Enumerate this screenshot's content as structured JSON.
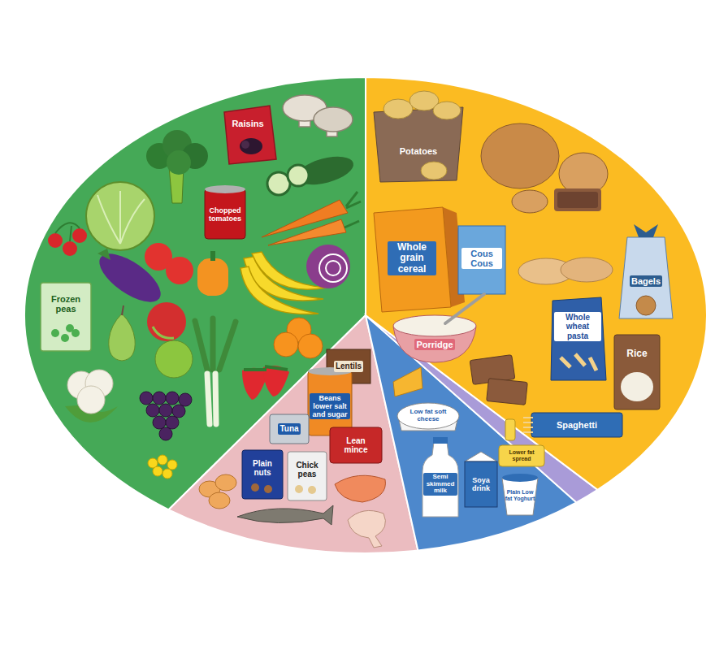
{
  "diagram": {
    "nodes": [
      {
        "text": [
          "Raisins"
        ]
      },
      {
        "text": [
          "Potatoes"
        ]
      },
      {
        "text": [
          "Chopped tomatoes"
        ]
      },
      {
        "text": [
          "Whole grain cereal"
        ]
      },
      {
        "text": [
          "Cous Cous"
        ]
      },
      {
        "text": [
          "Bagels"
        ]
      },
      {
        "text": [
          "Frozen peas"
        ]
      },
      {
        "text": [
          "Whole wheat pasta"
        ]
      },
      {
        "text": [
          "Porridge"
        ]
      },
      {
        "text": [
          "Rice"
        ]
      },
      {
        "text": [
          "Lentils"
        ]
      },
      {
        "text": [
          "Beans lower salt and sugar"
        ]
      },
      {
        "text": [
          "Low fat soft cheese"
        ]
      },
      {
        "text": [
          "Spaghetti"
        ]
      },
      {
        "text": [
          "Tuna"
        ]
      },
      {
        "text": [
          "Lean mince"
        ]
      },
      {
        "text": [
          "Lower fat spread"
        ]
      },
      {
        "text": [
          "Plain nuts"
        ]
      },
      {
        "text": [
          "Chick peas"
        ]
      },
      {
        "text": [
          "Semi skimmed milk"
        ]
      },
      {
        "text": [
          "Soya drink"
        ]
      },
      {
        "text": [
          "Plain Low fat Yoghurt"
        ]
      }
    ]
  }
}
